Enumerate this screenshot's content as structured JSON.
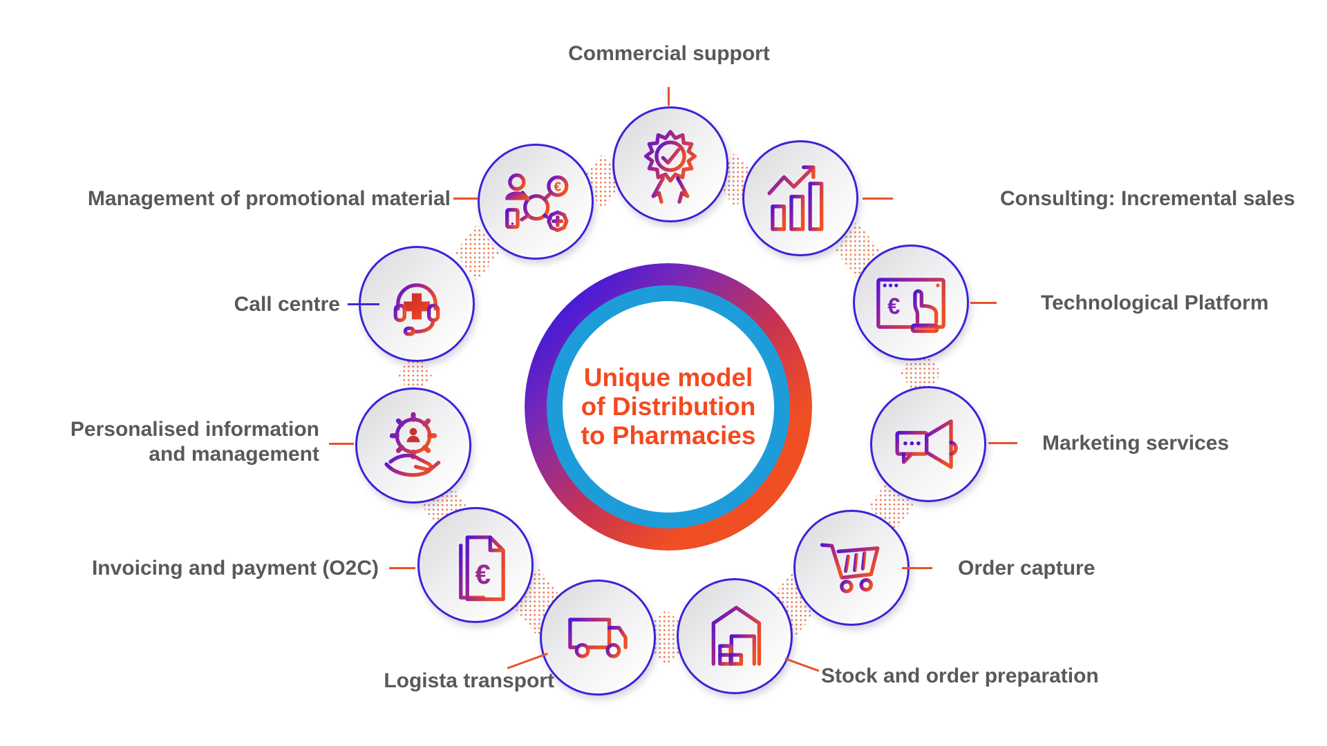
{
  "center": {
    "lines": [
      "Unique model",
      "of Distribution",
      "to Pharmacies"
    ],
    "text_color": "#f4491f"
  },
  "nodes": [
    {
      "label": "Commercial support",
      "icon": "award-ribbon-icon"
    },
    {
      "label": "Consulting: Incremental sales",
      "icon": "growth-chart-icon"
    },
    {
      "label": "Technological Platform",
      "icon": "browser-euro-click-icon"
    },
    {
      "label": "Marketing services",
      "icon": "megaphone-chat-icon"
    },
    {
      "label": "Order capture",
      "icon": "shopping-cart-icon"
    },
    {
      "label": "Stock and order preparation",
      "icon": "warehouse-icon"
    },
    {
      "label": "Logista transport",
      "icon": "delivery-truck-icon"
    },
    {
      "label": "Invoicing and payment (O2C)",
      "icon": "invoice-euro-icon"
    },
    {
      "label": "Personalised information and management",
      "lines": [
        "Personalised information",
        "and management"
      ],
      "icon": "gear-person-hand-icon"
    },
    {
      "label": "Call centre",
      "icon": "headset-cross-icon"
    },
    {
      "label": "Management of promotional material",
      "icon": "person-euro-network-icon"
    }
  ],
  "colors": {
    "label_gray": "#595959",
    "accent_orange": "#f04e23",
    "accent_blue": "#3b2bd6",
    "ring_cyan": "#1e9cd9",
    "node_border": "#3b22d8"
  }
}
